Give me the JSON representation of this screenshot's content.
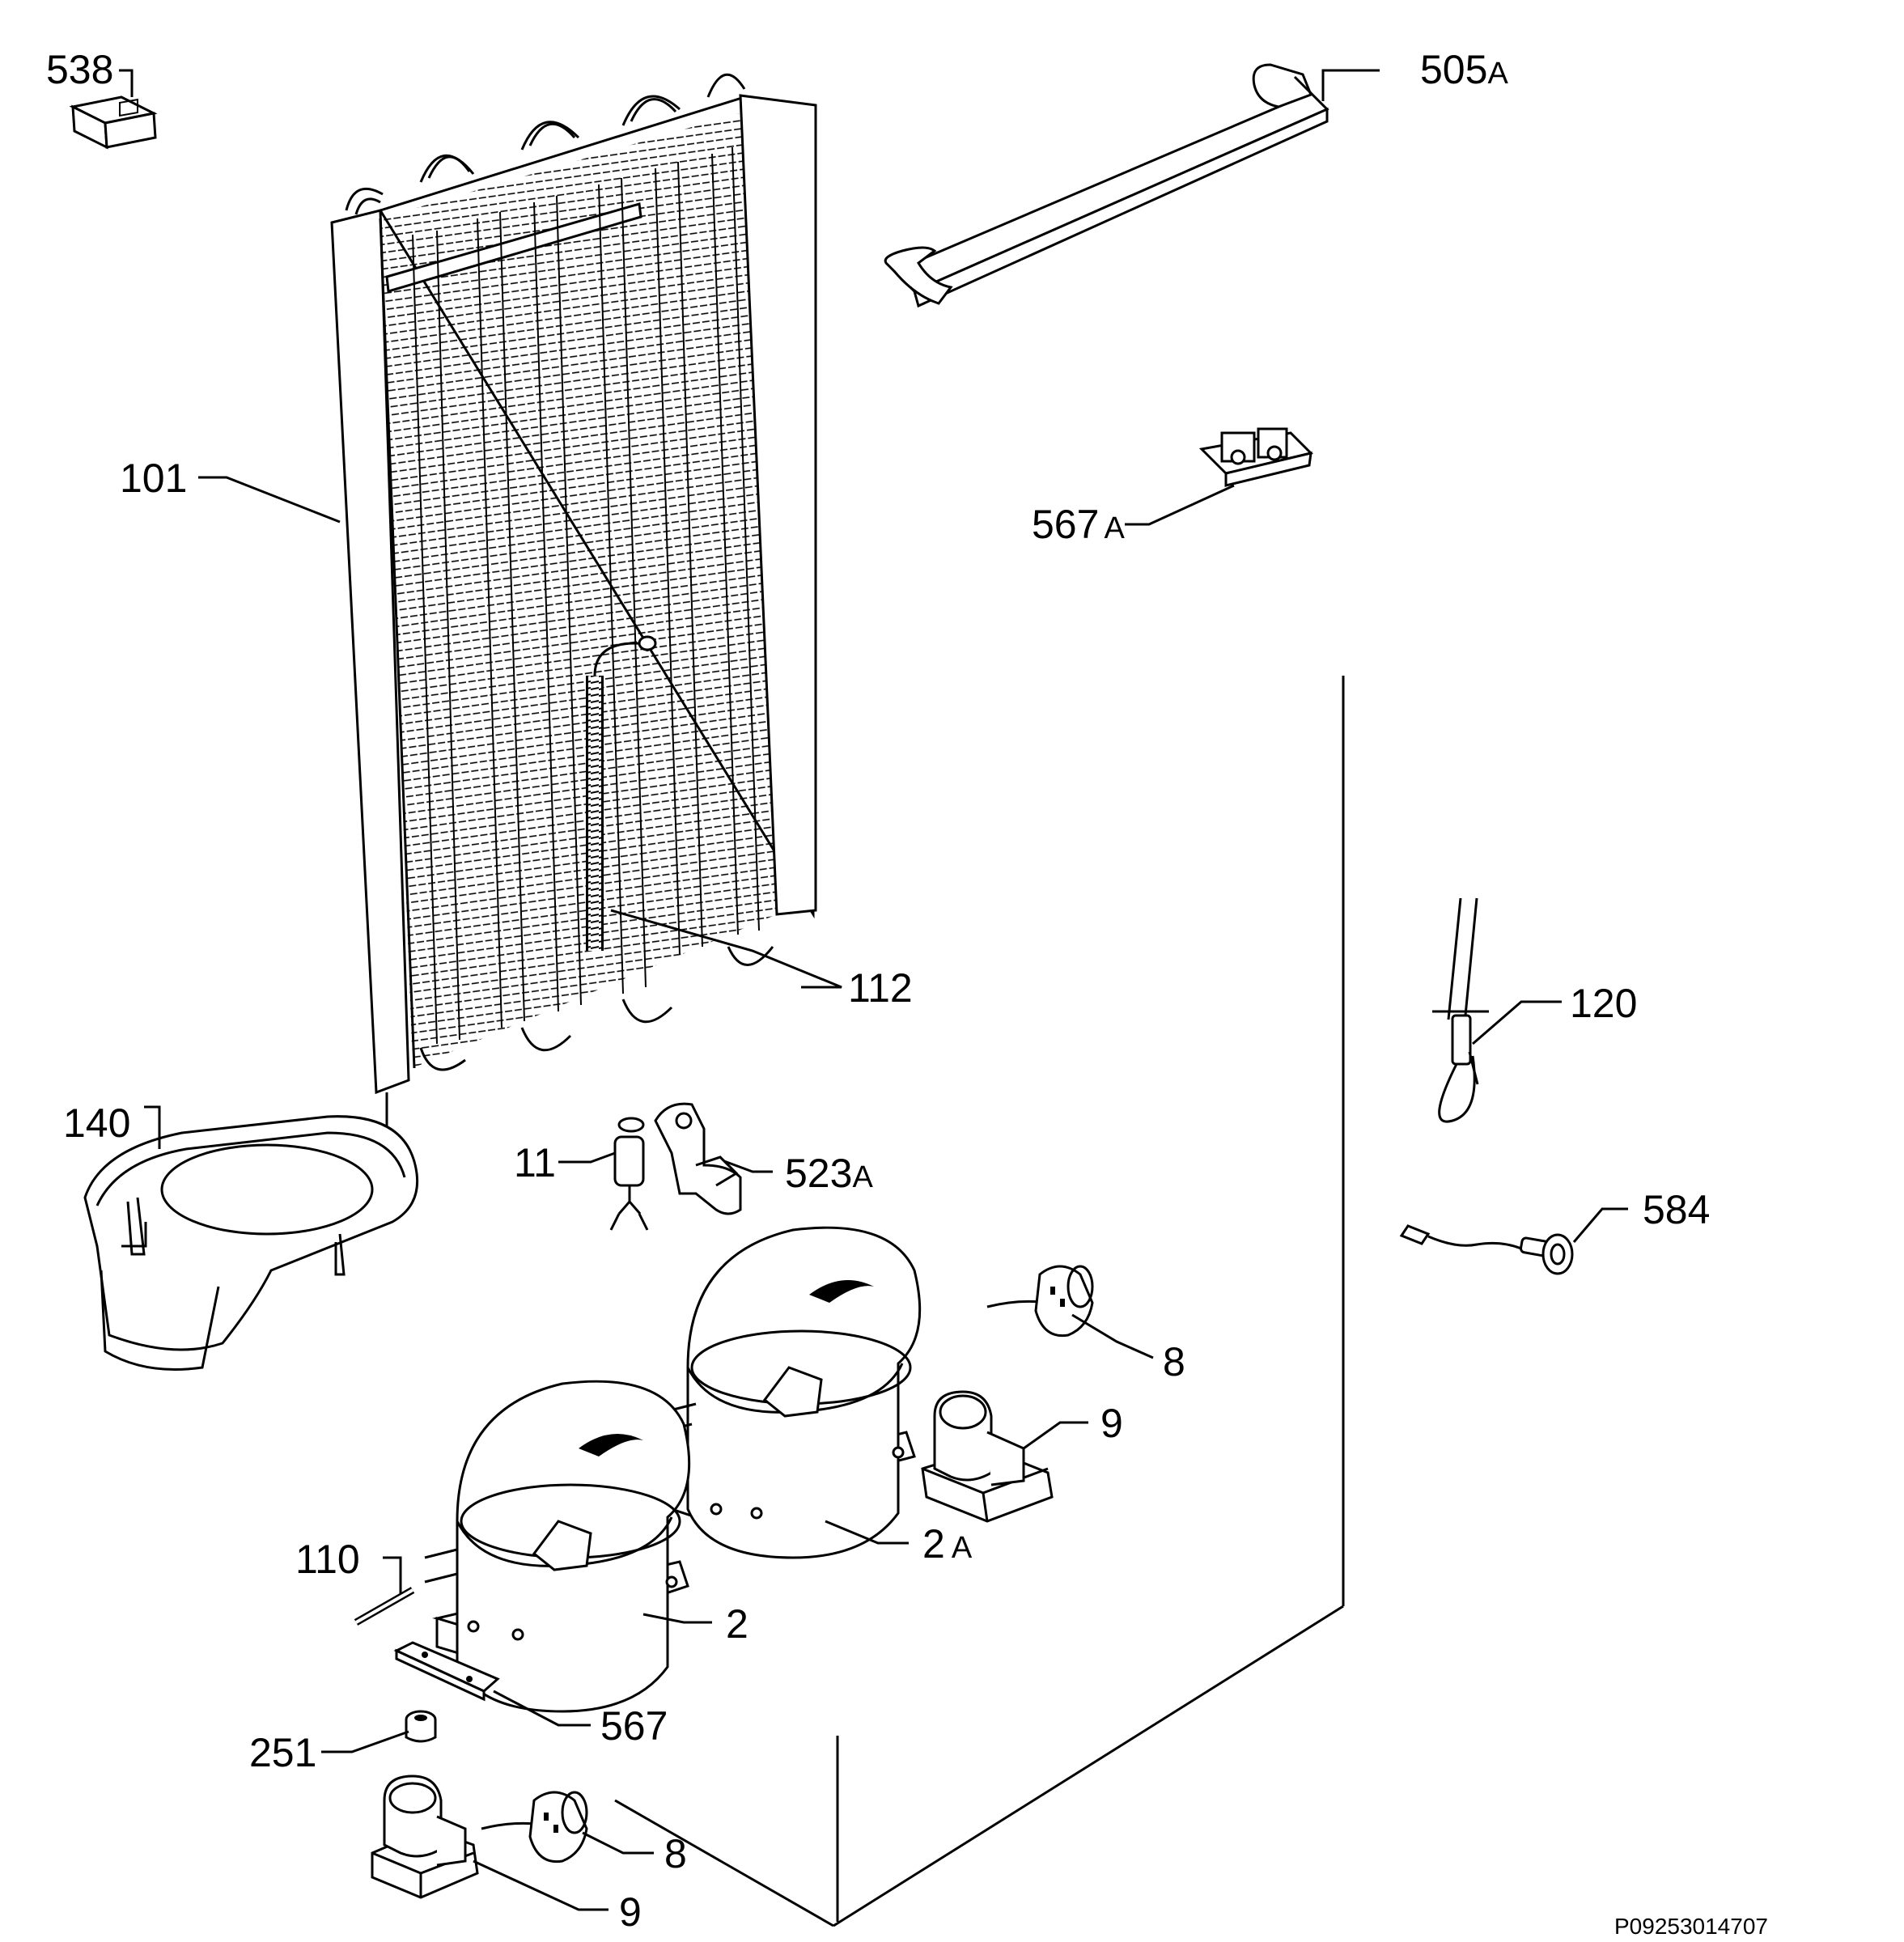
{
  "parts": [
    {
      "id": "p538",
      "label": "538",
      "suffix": ""
    },
    {
      "id": "p505a",
      "label": "505",
      "suffix": "A"
    },
    {
      "id": "p101",
      "label": "101",
      "suffix": ""
    },
    {
      "id": "p567a",
      "label": "567",
      "suffix": "A"
    },
    {
      "id": "p112",
      "label": "112",
      "suffix": ""
    },
    {
      "id": "p120",
      "label": "120",
      "suffix": ""
    },
    {
      "id": "p140",
      "label": "140",
      "suffix": ""
    },
    {
      "id": "p11",
      "label": "11",
      "suffix": ""
    },
    {
      "id": "p523a",
      "label": "523",
      "suffix": "A"
    },
    {
      "id": "p584",
      "label": "584",
      "suffix": ""
    },
    {
      "id": "p8a",
      "label": "8",
      "suffix": ""
    },
    {
      "id": "p9a",
      "label": "9",
      "suffix": ""
    },
    {
      "id": "p2a",
      "label": "2",
      "suffix": "A"
    },
    {
      "id": "p110",
      "label": "110",
      "suffix": ""
    },
    {
      "id": "p2",
      "label": "2",
      "suffix": ""
    },
    {
      "id": "p567",
      "label": "567",
      "suffix": ""
    },
    {
      "id": "p251",
      "label": "251",
      "suffix": ""
    },
    {
      "id": "p8b",
      "label": "8",
      "suffix": ""
    },
    {
      "id": "p9b",
      "label": "9",
      "suffix": ""
    }
  ],
  "reference_code": "P09253014707"
}
